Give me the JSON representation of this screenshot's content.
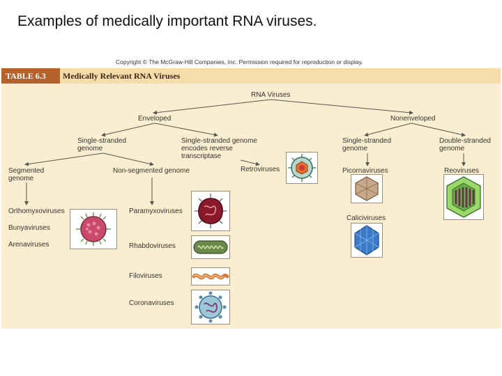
{
  "slide": {
    "title": "Examples of medically important RNA viruses.",
    "copyright": "Copyright © The McGraw-Hill Companies, Inc. Permission required for reproduction or display."
  },
  "table": {
    "number": "TABLE 6.3",
    "name": "Medically Relevant RNA Viruses"
  },
  "tree": {
    "root": "RNA Viruses",
    "enveloped": "Enveloped",
    "nonenveloped": "Nonenveloped",
    "ss_genome": "Single-stranded\ngenome",
    "ss_reverse": "Single-stranded genome\nencodes reverse\ntranscriptase",
    "non_ss_genome": "Single-stranded\ngenome",
    "ds_genome": "Double-stranded\ngenome",
    "segmented": "Segmented\ngenome",
    "non_segmented": "Non-segmented genome",
    "retroviruses": "Retroviruses",
    "picornaviruses": "Picornaviruses",
    "reoviruses": "Reoviruses",
    "orthomyxoviruses": "Orthomyxoviruses",
    "bunyaviruses": "Bunyaviruses",
    "arenaviruses": "Arenaviruses",
    "paramyxoviruses": "Paramyxoviruses",
    "rhabdoviruses": "Rhabdoviruses",
    "filoviruses": "Filoviruses",
    "coronaviruses": "Coronaviruses",
    "caliciviruses": "Caliciviruses"
  },
  "colors": {
    "panel_bg": "#fbeed0",
    "header_bar": "#f6dca8",
    "header_tag": "#b5612b",
    "connector": "#555555"
  },
  "icons": [
    "orthomyxovirus-illustration",
    "retrovirus-illustration",
    "paramyxovirus-illustration",
    "rhabdovirus-illustration",
    "filovirus-illustration",
    "coronavirus-illustration",
    "picornavirus-illustration",
    "calicivirus-illustration",
    "reovirus-illustration"
  ]
}
